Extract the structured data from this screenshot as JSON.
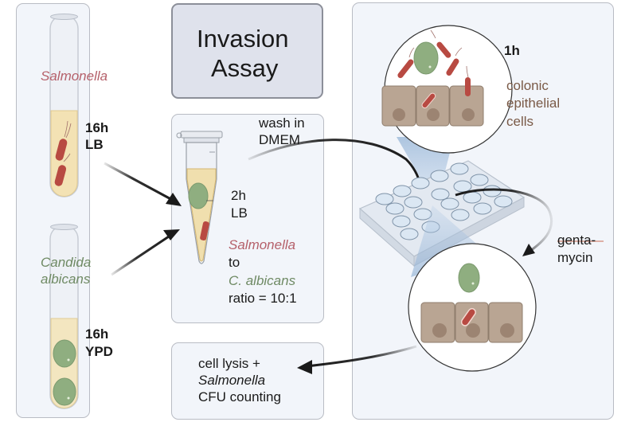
{
  "title": {
    "line1": "Invasion",
    "line2": "Assay"
  },
  "left_panel": {
    "salmonella_tube": {
      "organism": "Salmonella",
      "time": "16h",
      "medium": "LB"
    },
    "candida_tube": {
      "organism_line1": "Candida",
      "organism_line2": "albicans",
      "time": "16h",
      "medium": "YPD"
    }
  },
  "coculture_panel": {
    "wash_line1": "wash in",
    "wash_line2": "DMEM",
    "time": "2h",
    "medium": "LB",
    "ratio_organism1": "Salmonella",
    "ratio_connector": "to",
    "ratio_organism2": "C. albicans",
    "ratio_value": "ratio = 10:1"
  },
  "lysis_box": {
    "line1": "cell lysis +",
    "line2": "Salmonella",
    "line3": "CFU counting"
  },
  "right_panel": {
    "infection_time": "1h",
    "cells_line1": "colonic",
    "cells_line2": "epithelial",
    "cells_line3": "cells",
    "antibiotic_line1": "genta-",
    "antibiotic_line2": "mycin"
  },
  "colors": {
    "salmonella": "#b5606a",
    "candida": "#6f8a64",
    "epithelial": "#7a5a47",
    "bacteria_fill": "#b84a42",
    "yeast_fill": "#8fae80",
    "cell_fill": "#b9a593",
    "panel_bg": "#f2f5fa",
    "title_bg": "#dfe2ec"
  }
}
